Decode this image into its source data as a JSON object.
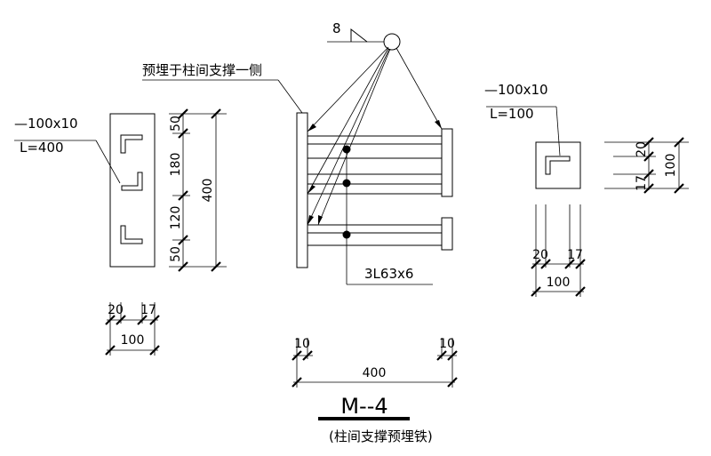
{
  "weld": {
    "size": "8"
  },
  "notes": {
    "embed_note": "预埋于柱间支撑一侧",
    "angle_note": "3L63x6",
    "left_plate_spec": "—100x10",
    "left_plate_length": "L=400",
    "right_plate_spec": "—100x10",
    "right_plate_length": "L=100"
  },
  "dimensions": {
    "left_vertical": {
      "top": "50",
      "mid1": "180",
      "mid2": "120",
      "bottom": "50",
      "total": "400"
    },
    "left_horizontal": {
      "a": "20",
      "b": "17",
      "total": "100"
    },
    "bottom": {
      "left": "10",
      "right": "10",
      "total": "400"
    },
    "right_vertical": {
      "top": "20",
      "bottom": "17",
      "total": "100"
    },
    "right_horizontal": {
      "a": "20",
      "b": "17",
      "total": "100"
    }
  },
  "title": {
    "main": "M--4",
    "sub": "(柱间支撑预埋铁)"
  }
}
